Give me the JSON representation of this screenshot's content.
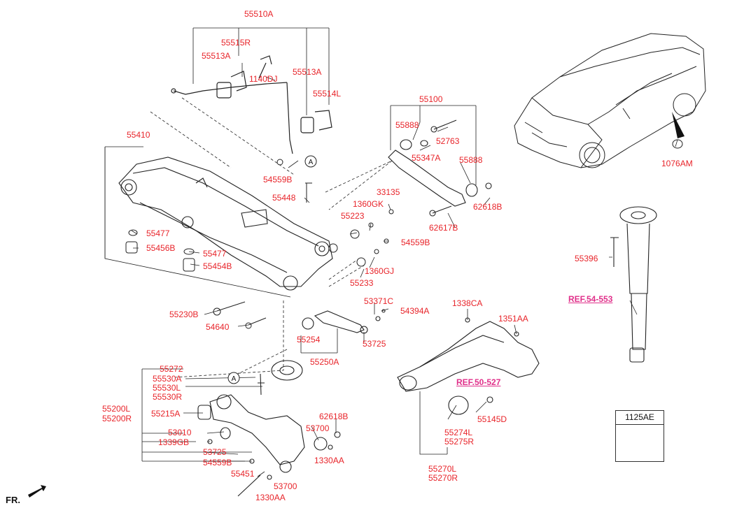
{
  "labels": {
    "l55510A": "55510A",
    "l55515R": "55515R",
    "l55513A_1": "55513A",
    "l1140DJ": "1140DJ",
    "l55513A_2": "55513A",
    "l55514L": "55514L",
    "l55100": "55100",
    "l55888_1": "55888",
    "l52763": "52763",
    "l55347A": "55347A",
    "l55888_2": "55888",
    "l62618B_1": "62618B",
    "l62617B": "62617B",
    "l55410": "55410",
    "l54559B_1": "54559B",
    "l55448": "55448",
    "l33135": "33135",
    "l1360GK": "1360GK",
    "l55223": "55223",
    "l54559B_2": "54559B",
    "l1360GJ": "1360GJ",
    "l55233": "55233",
    "l55477_1": "55477",
    "l55456B": "55456B",
    "l55477_2": "55477",
    "l55454B": "55454B",
    "l55230B": "55230B",
    "l54640": "54640",
    "l53371C": "53371C",
    "l54394A": "54394A",
    "l55254": "55254",
    "l53725_1": "53725",
    "l55250A": "55250A",
    "l1338CA": "1338CA",
    "l1351AA": "1351AA",
    "l55272": "55272",
    "l55530A": "55530A",
    "l55530L": "55530L",
    "l55530R": "55530R",
    "l55200L": "55200L",
    "l55200R": "55200R",
    "l55215A": "55215A",
    "l62618B_2": "62618B",
    "l53700_1": "53700",
    "l53010": "53010",
    "l1339GB": "1339GB",
    "l53725_2": "53725",
    "l1330AA_1": "1330AA",
    "l54559B_3": "54559B",
    "l55451": "55451",
    "l53700_2": "53700",
    "l1330AA_2": "1330AA",
    "l55274L": "55274L",
    "l55275R": "55275R",
    "l55145D": "55145D",
    "l55270L": "55270L",
    "l55270R": "55270R",
    "l55396": "55396",
    "l1076AM": "1076AM"
  },
  "refs": {
    "ref54": "REF.54-553",
    "ref50": "REF.50-527"
  },
  "markers": {
    "a1": "A",
    "a2": "A"
  },
  "box_label": "1125AE",
  "direction_label": "FR.",
  "colors": {
    "part_number": "#e8242a",
    "reference_link": "#e0308a",
    "line": "#222222"
  }
}
